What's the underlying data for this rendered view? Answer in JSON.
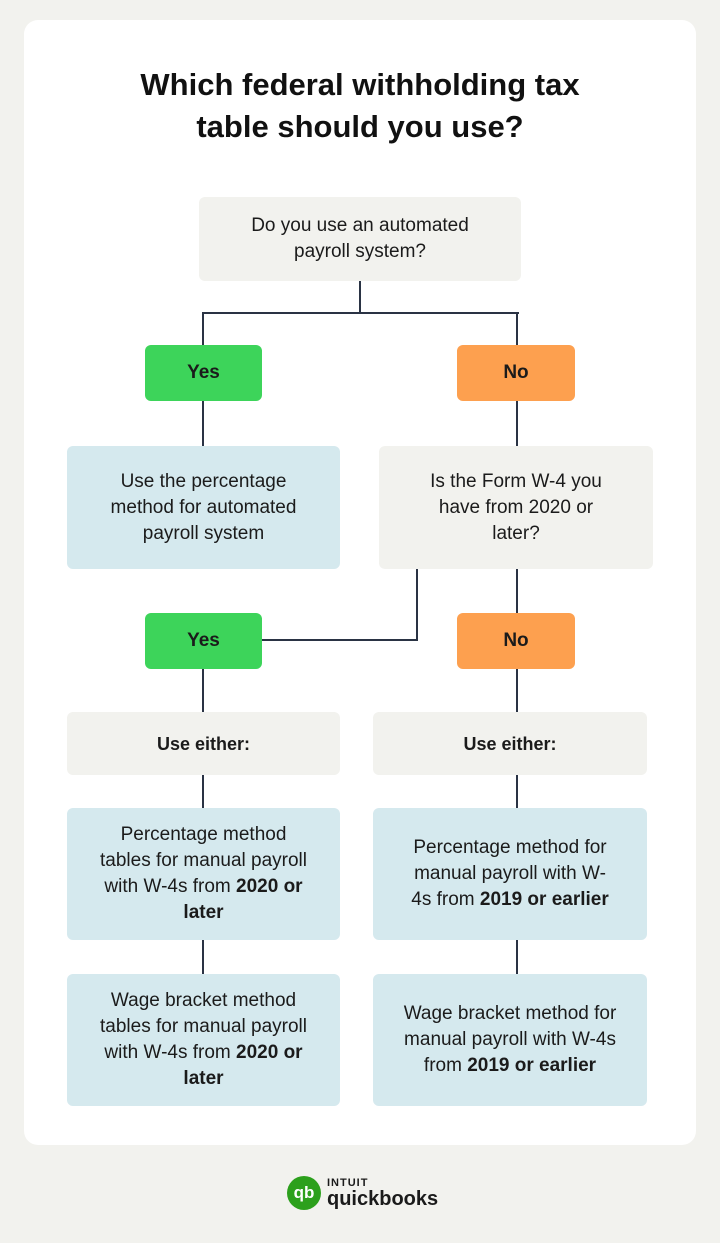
{
  "title": {
    "line1": "Which federal withholding tax",
    "line2": "table should you use?"
  },
  "q1": "Do you use an automated payroll system?",
  "branch1": {
    "yes": "Yes",
    "no": "No"
  },
  "yes_result": "Use the percentage method for automated payroll system",
  "q2": "Is the Form W-4 you have from 2020 or later?",
  "branch2": {
    "yes": "Yes",
    "no": "No"
  },
  "left": {
    "use_either": "Use either:",
    "opt1": {
      "text": "Percentage method tables for manual payroll with W-4s from ",
      "bold": "2020 or later"
    },
    "opt2": {
      "text": "Wage bracket method tables for manual payroll with W-4s from ",
      "bold": "2020 or later"
    }
  },
  "right": {
    "use_either": "Use either:",
    "opt1": {
      "text": "Percentage method for manual payroll with W-4s from ",
      "bold": "2019 or earlier"
    },
    "opt2": {
      "text": "Wage bracket method for manual payroll with W-4s from ",
      "bold": "2019 or earlier"
    }
  },
  "logo": {
    "mark": "qb",
    "intuit": "INTUIT",
    "name": "quickbooks"
  },
  "colors": {
    "yes": "#3dd45a",
    "no": "#fda04f",
    "question": "#f2f2ee",
    "result": "#d5e9ee",
    "line": "#2a3344",
    "brand": "#2ca01c"
  }
}
